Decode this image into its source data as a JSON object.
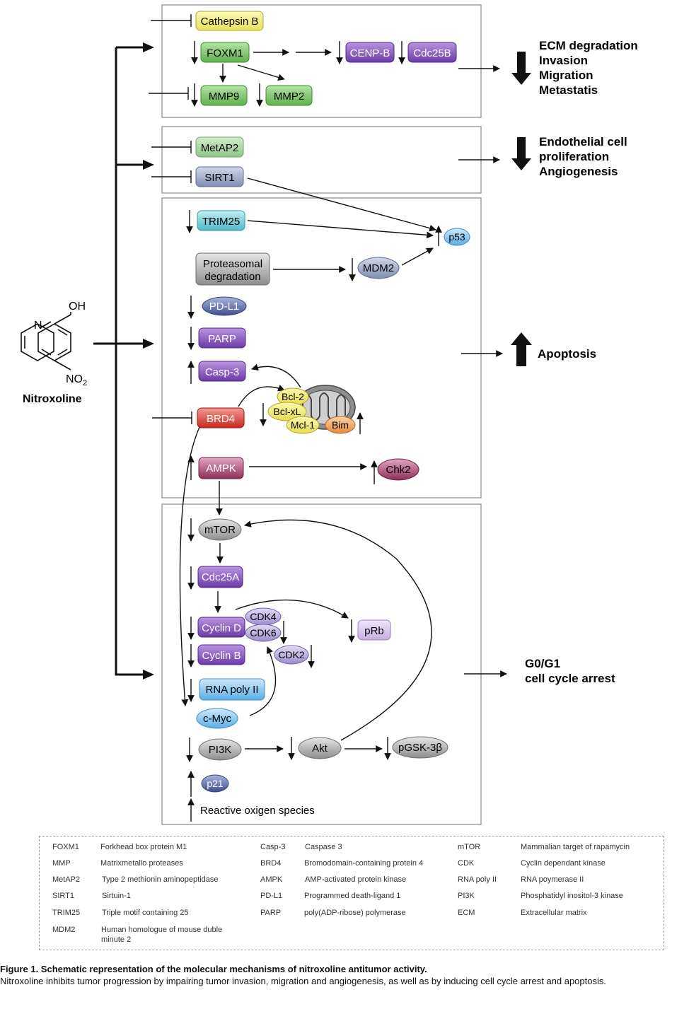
{
  "compound": {
    "name": "Nitroxoline",
    "oh": "OH",
    "n": "N",
    "no2": "NO",
    "no2_sub": "2"
  },
  "panel1": {
    "cathepsin": "Cathepsin B",
    "foxm1": "FOXM1",
    "cenpb": "CENP-B",
    "cdc25b": "Cdc25B",
    "mmp9": "MMP9",
    "mmp2": "MMP2",
    "outcome": [
      "ECM degradation",
      "Invasion",
      "Migration",
      "Metastatis"
    ]
  },
  "panel2": {
    "metap2": "MetAP2",
    "sirt1": "SIRT1",
    "outcome": [
      "Endothelial cell",
      "proliferation",
      "Angiogenesis"
    ]
  },
  "panel3": {
    "trim25": "TRIM25",
    "p53": "p53",
    "proteasomal": [
      "Proteasomal",
      "degradation"
    ],
    "mdm2": "MDM2",
    "pdl1": "PD-L1",
    "parp": "PARP",
    "casp3": "Casp-3",
    "brd4": "BRD4",
    "bcl2": "Bcl-2",
    "bclxl": "Bcl-xL",
    "mcl1": "Mcl-1",
    "bim": "Bim",
    "ampk": "AMPK",
    "chk2": "Chk2",
    "outcome": "Apoptosis"
  },
  "panel4": {
    "mtor": "mTOR",
    "cdc25a": "Cdc25A",
    "cyclind": "Cyclin D",
    "cdk4": "CDK4",
    "cdk6": "CDK6",
    "cdk2": "CDK2",
    "prb": "pRb",
    "cyclinb": "Cyclin B",
    "rnapol": "RNA poly II",
    "cmyc": "c-Myc",
    "pi3k": "PI3K",
    "akt": "Akt",
    "pgsk": "pGSK-3β",
    "p21": "p21",
    "ros": "Reactive oxigen species",
    "outcome": [
      "G0/G1",
      "cell cycle arrest"
    ]
  },
  "glossary": {
    "col1": [
      {
        "abbr": "FOXM1",
        "full": "Forkhead box protein M1"
      },
      {
        "abbr": "MMP",
        "full": "Matrixmetallo proteases"
      },
      {
        "abbr": "MetAP2",
        "full": "Type 2 methionin aminopeptidase"
      },
      {
        "abbr": "SIRT1",
        "full": "Sirtuin-1"
      },
      {
        "abbr": "TRIM25",
        "full": "Triple motif containing 25"
      },
      {
        "abbr": "MDM2",
        "full": "Human homologue of mouse duble minute 2"
      }
    ],
    "col2": [
      {
        "abbr": "Casp-3",
        "full": "Caspase 3"
      },
      {
        "abbr": "BRD4",
        "full": "Bromodomain-containing protein 4"
      },
      {
        "abbr": "AMPK",
        "full": "AMP-activated protein kinase"
      },
      {
        "abbr": "PD-L1",
        "full": "Programmed death-ligand 1"
      },
      {
        "abbr": "PARP",
        "full": "poly(ADP-ribose) polymerase"
      }
    ],
    "col3": [
      {
        "abbr": "mTOR",
        "full": "Mammalian target of rapamycin"
      },
      {
        "abbr": "CDK",
        "full": "Cyclin dependant kinase"
      },
      {
        "abbr": "RNA poly II",
        "full": "RNA poymerase II"
      },
      {
        "abbr": "PI3K",
        "full": "Phosphatidyl inositol-3 kinase"
      },
      {
        "abbr": "ECM",
        "full": "Extracellular matrix"
      }
    ]
  },
  "caption": {
    "title": "Figure 1. Schematic representation of the molecular mechanisms of nitroxoline antitumor activity.",
    "body": "Nitroxoline inhibits tumor progression by impairing tumor invasion, migration and angiogenesis, as well as by inducing cell cycle arrest and apoptosis."
  },
  "colors": {
    "yellow": "#f0ee7a",
    "green": "#7cc96a",
    "lightgreen": "#a9d8a0",
    "purple": "#8a5cc0",
    "lightpurple": "#d9c4ec",
    "lavender": "#b3a6dc",
    "slate": "#9aa7c4",
    "teal": "#79cfd8",
    "gray": "#b9b9b9",
    "navy": "#5d6fae",
    "red": "#e0473e",
    "maroon": "#b25a82",
    "skyblue": "#8ecaf0",
    "orange": "#f2a65a",
    "panel_border": "#8a8a8a"
  }
}
